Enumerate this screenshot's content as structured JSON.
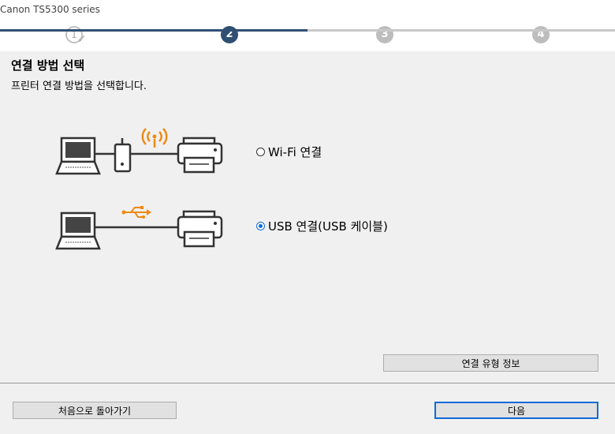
{
  "window": {
    "title": "Canon TS5300 series"
  },
  "steps": {
    "step1": "1",
    "step2": "2",
    "step3": "3",
    "step4": "4"
  },
  "page": {
    "title": "연결 방법 선택",
    "subtitle": "프린터 연결 방법을 선택합니다."
  },
  "options": {
    "wifi": {
      "label": "Wi-Fi 연결",
      "selected": false
    },
    "usb": {
      "label": "USB 연결(USB 케이블)",
      "selected": true
    }
  },
  "buttons": {
    "connection_info": "연결 유형 정보",
    "back": "처음으로 돌아가기",
    "next": "다음"
  },
  "colors": {
    "accent": "#2f4f73",
    "wireless": "#ef8a14",
    "selection": "#0f6bd8"
  }
}
